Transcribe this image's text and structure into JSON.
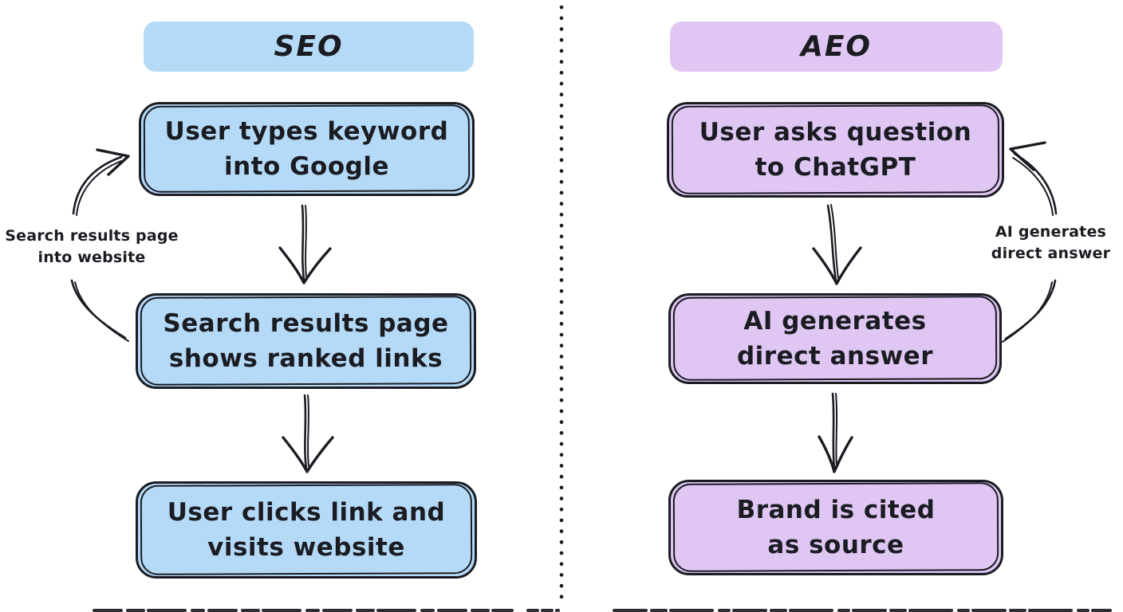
{
  "diagram": {
    "type": "comparison-flowchart",
    "divider_style": "vertical dotted line",
    "columns": [
      {
        "id": "seo",
        "header": "SEO",
        "accent_color": "#b5daf8",
        "steps": [
          "User types keyword\ninto Google",
          "Search results page\nshows ranked links",
          "User clicks link and\nvisits website"
        ],
        "loop_label": "Search results page\ninto website"
      },
      {
        "id": "aeo",
        "header": "AEO",
        "accent_color": "#dfc6f3",
        "steps": [
          "User asks question\nto ChatGPT",
          "AI generates\ndirect answer",
          "Brand is cited\nas source"
        ],
        "loop_label": "AI generates\ndirect answer"
      }
    ],
    "colors": {
      "ink": "#1a1c22",
      "background": "#ffffff",
      "seo_fill": "#b5daf8",
      "aeo_fill": "#dfc6f3"
    }
  }
}
